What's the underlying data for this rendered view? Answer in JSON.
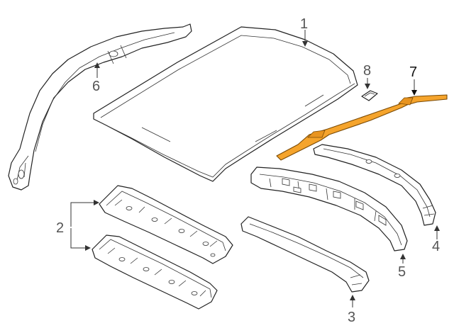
{
  "callouts": {
    "c1": "1",
    "c2": "2",
    "c3": "3",
    "c4": "4",
    "c5": "5",
    "c6": "6",
    "c7": "7",
    "c8": "8"
  },
  "colors": {
    "line": "#222222",
    "callout_text": "#555555",
    "highlight_fill": "#f5a42c",
    "highlight_stroke": "#7a4a05"
  }
}
